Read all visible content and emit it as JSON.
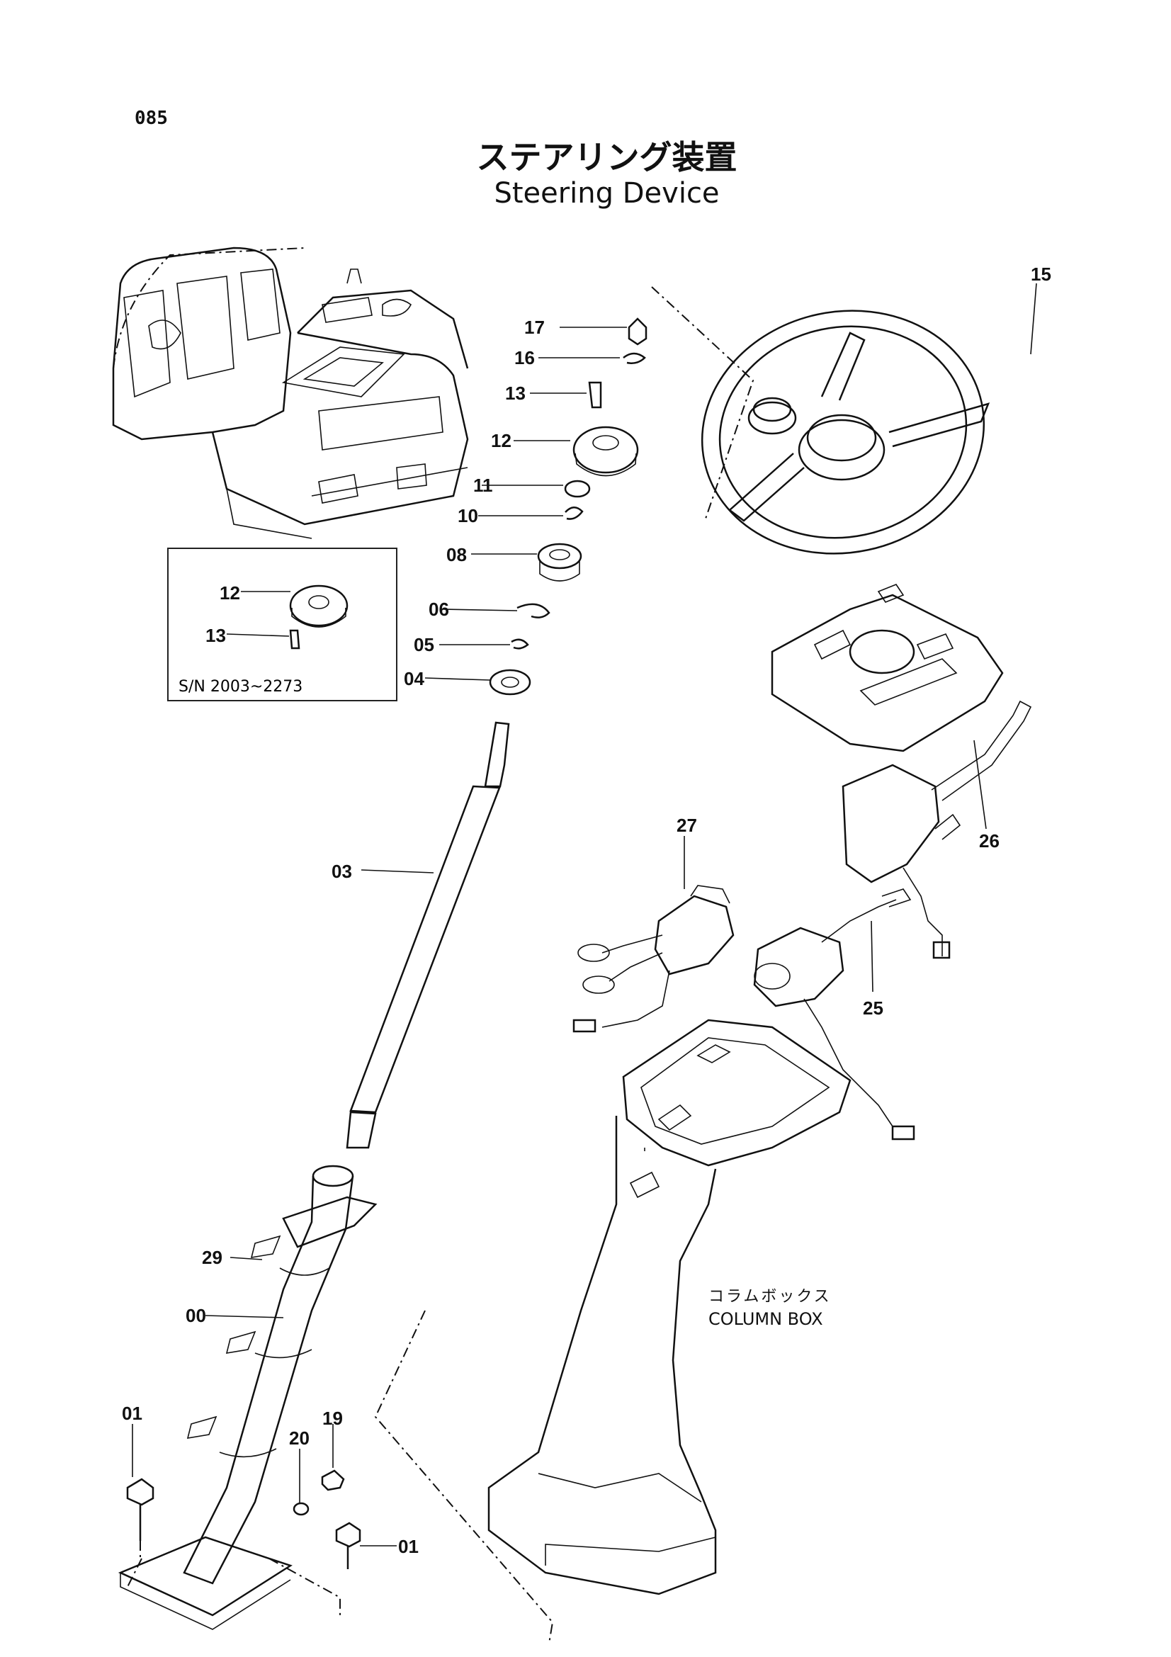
{
  "page_number": "085",
  "title": {
    "japanese": "ステアリング装置",
    "english": "Steering Device"
  },
  "inset": {
    "serial_range": "S/N 2003~2273",
    "labels": [
      "12",
      "13"
    ]
  },
  "column_box": {
    "japanese": "コラムボックス",
    "english": "COLUMN  BOX"
  },
  "callouts": {
    "p17": "17",
    "p16": "16",
    "p13": "13",
    "p12": "12",
    "p11": "11",
    "p10": "10",
    "p08": "08",
    "p06": "06",
    "p05": "05",
    "p04": "04",
    "p03": "03",
    "p15": "15",
    "p27": "27",
    "p26": "26",
    "p25": "25",
    "p29": "29",
    "p00": "00",
    "p01a": "01",
    "p20": "20",
    "p19": "19",
    "p01b": "01"
  }
}
